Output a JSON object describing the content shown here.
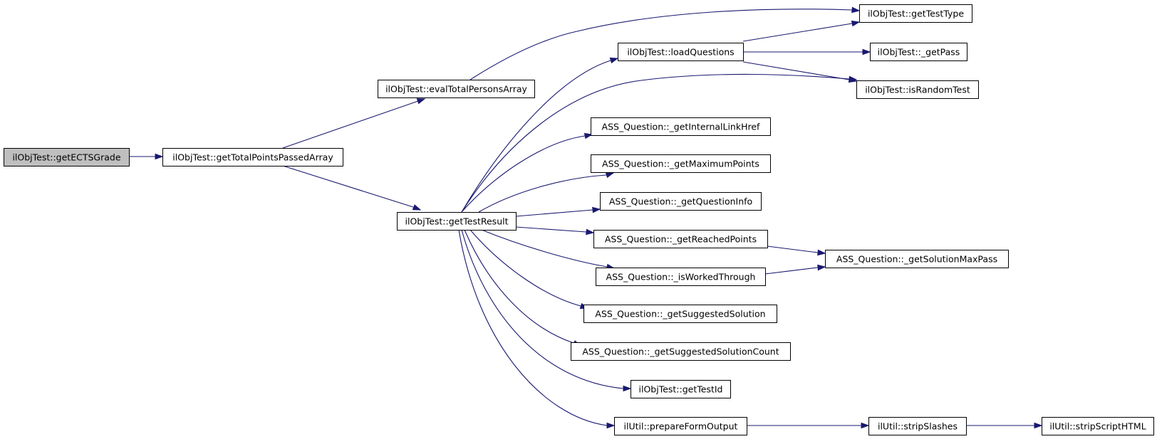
{
  "diagram": {
    "colors": {
      "edge": "#191970",
      "node_fill": "#ffffff",
      "root_fill": "#bfbfbf",
      "border": "#000000"
    },
    "nodes": [
      {
        "id": "getECTSGrade",
        "label": "ilObjTest::getECTSGrade",
        "root": true
      },
      {
        "id": "getTotalPointsPassedArray",
        "label": "ilObjTest::getTotalPointsPassedArray"
      },
      {
        "id": "evalTotalPersonsArray",
        "label": "ilObjTest::evalTotalPersonsArray"
      },
      {
        "id": "getTestResult",
        "label": "ilObjTest::getTestResult"
      },
      {
        "id": "getTestType",
        "label": "ilObjTest::getTestType"
      },
      {
        "id": "loadQuestions",
        "label": "ilObjTest::loadQuestions"
      },
      {
        "id": "getPass",
        "label": "ilObjTest::_getPass"
      },
      {
        "id": "isRandomTest",
        "label": "ilObjTest::isRandomTest"
      },
      {
        "id": "getInternalLinkHref",
        "label": "ASS_Question::_getInternalLinkHref"
      },
      {
        "id": "getMaximumPoints",
        "label": "ASS_Question::_getMaximumPoints"
      },
      {
        "id": "getQuestionInfo",
        "label": "ASS_Question::_getQuestionInfo"
      },
      {
        "id": "getReachedPoints",
        "label": "ASS_Question::_getReachedPoints"
      },
      {
        "id": "getSolutionMaxPass",
        "label": "ASS_Question::_getSolutionMaxPass"
      },
      {
        "id": "isWorkedThrough",
        "label": "ASS_Question::_isWorkedThrough"
      },
      {
        "id": "getSuggestedSolution",
        "label": "ASS_Question::_getSuggestedSolution"
      },
      {
        "id": "getSuggestedSolutionCount",
        "label": "ASS_Question::_getSuggestedSolutionCount"
      },
      {
        "id": "getTestId",
        "label": "ilObjTest::getTestId"
      },
      {
        "id": "prepareFormOutput",
        "label": "ilUtil::prepareFormOutput"
      },
      {
        "id": "stripSlashes",
        "label": "ilUtil::stripSlashes"
      },
      {
        "id": "stripScriptHTML",
        "label": "ilUtil::stripScriptHTML"
      }
    ],
    "edges": [
      {
        "from": "getECTSGrade",
        "to": "getTotalPointsPassedArray"
      },
      {
        "from": "getTotalPointsPassedArray",
        "to": "evalTotalPersonsArray"
      },
      {
        "from": "getTotalPointsPassedArray",
        "to": "getTestResult"
      },
      {
        "from": "evalTotalPersonsArray",
        "to": "getTestType"
      },
      {
        "from": "getTestResult",
        "to": "loadQuestions"
      },
      {
        "from": "getTestResult",
        "to": "isRandomTest"
      },
      {
        "from": "getTestResult",
        "to": "getInternalLinkHref"
      },
      {
        "from": "getTestResult",
        "to": "getMaximumPoints"
      },
      {
        "from": "getTestResult",
        "to": "getQuestionInfo"
      },
      {
        "from": "getTestResult",
        "to": "getReachedPoints"
      },
      {
        "from": "getTestResult",
        "to": "isWorkedThrough"
      },
      {
        "from": "getTestResult",
        "to": "getSuggestedSolution"
      },
      {
        "from": "getTestResult",
        "to": "getSuggestedSolutionCount"
      },
      {
        "from": "getTestResult",
        "to": "getTestId"
      },
      {
        "from": "getTestResult",
        "to": "prepareFormOutput"
      },
      {
        "from": "loadQuestions",
        "to": "getTestType"
      },
      {
        "from": "loadQuestions",
        "to": "getPass"
      },
      {
        "from": "loadQuestions",
        "to": "isRandomTest"
      },
      {
        "from": "getReachedPoints",
        "to": "getSolutionMaxPass"
      },
      {
        "from": "isWorkedThrough",
        "to": "getSolutionMaxPass"
      },
      {
        "from": "prepareFormOutput",
        "to": "stripSlashes"
      },
      {
        "from": "stripSlashes",
        "to": "stripScriptHTML"
      }
    ]
  }
}
